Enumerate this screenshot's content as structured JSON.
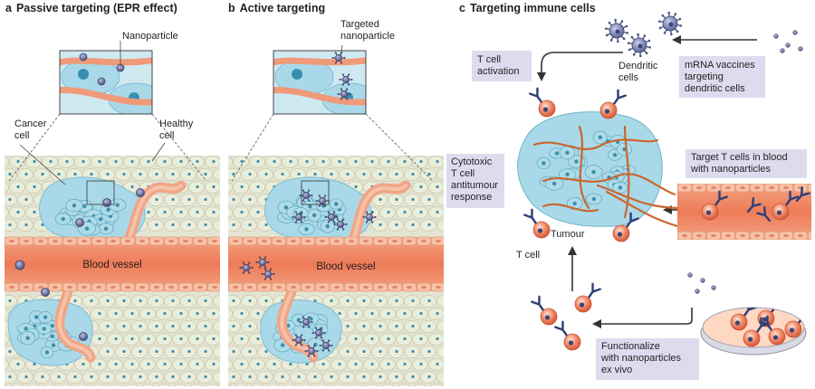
{
  "panels": [
    {
      "letter": "a",
      "title": "Passive targeting (EPR effect)"
    },
    {
      "letter": "b",
      "title": "Active targeting"
    },
    {
      "letter": "c",
      "title": "Targeting immune cells"
    }
  ],
  "panel_a": {
    "nanoparticle": "Nanoparticle",
    "cancer_cell": [
      "Cancer",
      "cell"
    ],
    "healthy_cell": [
      "Healthy",
      "cell"
    ],
    "blood_vessel": "Blood vessel"
  },
  "panel_b": {
    "targeted_nanoparticle": [
      "Targeted",
      "nanoparticle"
    ],
    "blood_vessel": "Blood vessel"
  },
  "panel_c": {
    "t_cell_activation": [
      "T cell",
      "activation"
    ],
    "dendritic_cells": [
      "Dendritic",
      "cells"
    ],
    "mrna_vaccines": [
      "mRNA vaccines",
      "targeting",
      "dendritic cells"
    ],
    "cytotoxic": [
      "Cytotoxic",
      "T cell",
      "antitumour",
      "response"
    ],
    "target_t_cells": [
      "Target T cells in blood",
      "with nanoparticles"
    ],
    "tumour": "Tumour",
    "t_cell": "T cell",
    "functionalize": [
      "Functionalize",
      "with nanoparticles",
      "ex vivo"
    ]
  },
  "colors": {
    "tissue_bg": "#e3e4d3",
    "healthy_cell": "#ecedd9",
    "cell_nucleus": "#3a8fb0",
    "cancer_cell": "#aedbe8",
    "vessel": "#ef7d5a",
    "endothelium": "#f6c2a8",
    "nanoparticle": "#5b5f8f",
    "t_cell": "#f08060",
    "receptor": "#2e3e78",
    "label_box": "#dcdcee"
  }
}
